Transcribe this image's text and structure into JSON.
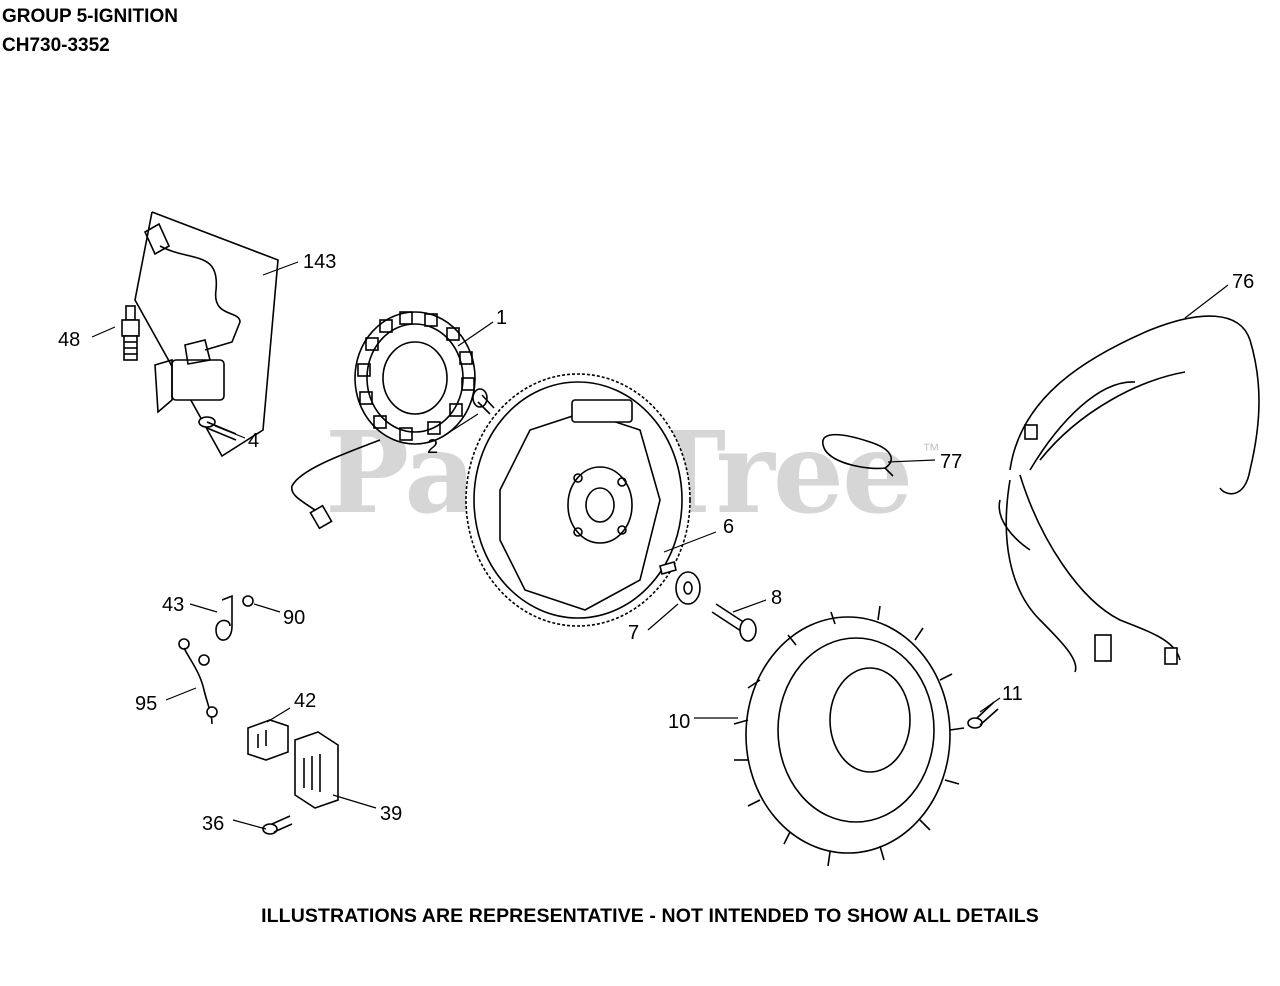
{
  "header": {
    "group": "GROUP 5-IGNITION",
    "model": "CH730-3352"
  },
  "watermark": {
    "text": "PartsTree",
    "trademark": "™"
  },
  "footer": {
    "note": "ILLUSTRATIONS ARE REPRESENTATIVE - NOT INTENDED TO SHOW ALL DETAILS"
  },
  "callouts": {
    "c143": "143",
    "c48": "48",
    "c4": "4",
    "c1": "1",
    "c2": "2",
    "c76": "76",
    "c77": "77",
    "c6": "6",
    "c7": "7",
    "c8": "8",
    "c43": "43",
    "c90": "90",
    "c95": "95",
    "c42": "42",
    "c39": "39",
    "c36": "36",
    "c10": "10",
    "c11": "11"
  }
}
